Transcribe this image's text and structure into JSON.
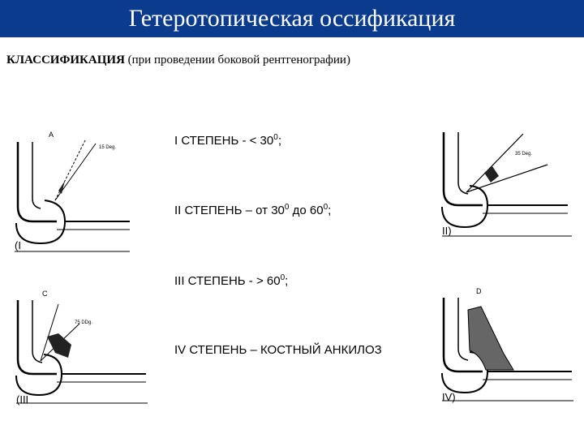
{
  "header": {
    "title": "Гетеротопическая оссификация"
  },
  "subtitle": {
    "bold": "КЛАССИФИКАЦИЯ",
    "rest": " (при проведении боковой рентгенографии)"
  },
  "grades": [
    {
      "pre": "I  СТЕПЕНЬ - < 30",
      "sup": "0",
      "mid": ";",
      "sup2": "",
      "post": ""
    },
    {
      "pre": "II  СТЕПЕНЬ – от 30",
      "sup": "0",
      "mid": " до 60",
      "sup2": "0",
      "post": ";"
    },
    {
      "pre": "III СТЕПЕНЬ - > 60",
      "sup": "0",
      "mid": ";",
      "sup2": "",
      "post": ""
    },
    {
      "pre": "IV СТЕПЕНЬ – КОСТНЫЙ АНКИЛОЗ",
      "sup": "",
      "mid": "",
      "sup2": "",
      "post": ""
    }
  ],
  "diagrams": {
    "a": {
      "letter": "A",
      "angle": "15 Deg.",
      "grade": "(I"
    },
    "b": {
      "letter": "",
      "angle": "35 Deg.",
      "grade": "II)"
    },
    "c": {
      "letter": "C",
      "angle": "75 DDg.",
      "grade": "(III"
    },
    "d": {
      "letter": "D",
      "angle": "",
      "grade": "IV)"
    }
  }
}
